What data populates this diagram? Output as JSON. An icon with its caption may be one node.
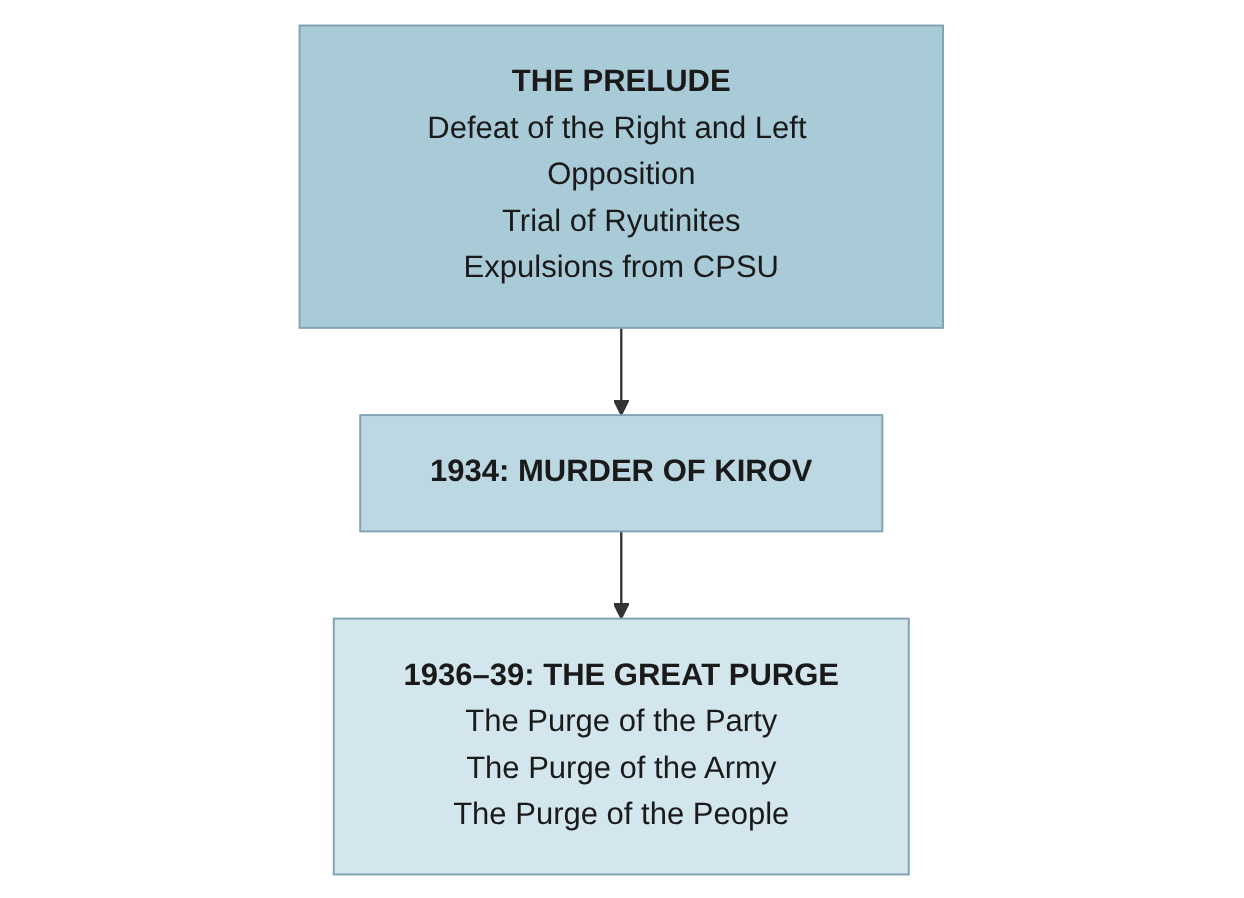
{
  "diagram": {
    "nodes": [
      {
        "text": [
          "THE PRELUDE",
          "Defeat of the Right and Left Opposition",
          "Trial of Ryutinites",
          "Expulsions from CPSU"
        ]
      },
      {
        "text": [
          "1934: MURDER OF KIROV"
        ]
      },
      {
        "text": [
          "1936–39: THE GREAT PURGE",
          "The Purge of the Party",
          "The Purge of the Army",
          "The Purge of the People"
        ]
      }
    ],
    "edges": [
      {
        "from": 0,
        "to": 1,
        "arrow": "to"
      },
      {
        "from": 1,
        "to": 2,
        "arrow": "to"
      }
    ]
  }
}
